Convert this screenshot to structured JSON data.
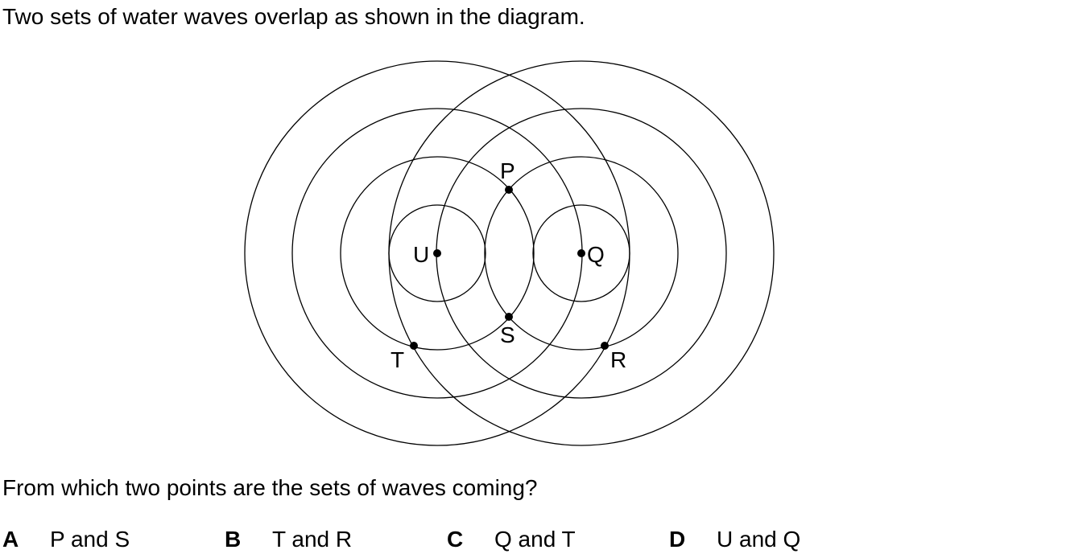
{
  "question": {
    "intro": "Two sets of water waves overlap as shown in the diagram.",
    "prompt": "From which two points are the sets of waves coming?"
  },
  "diagram": {
    "points": [
      "P",
      "Q",
      "R",
      "S",
      "T",
      "U"
    ]
  },
  "options": [
    {
      "letter": "A",
      "text": "P and S"
    },
    {
      "letter": "B",
      "text": "T and R"
    },
    {
      "letter": "C",
      "text": "Q and T"
    },
    {
      "letter": "D",
      "text": "U and Q"
    }
  ]
}
